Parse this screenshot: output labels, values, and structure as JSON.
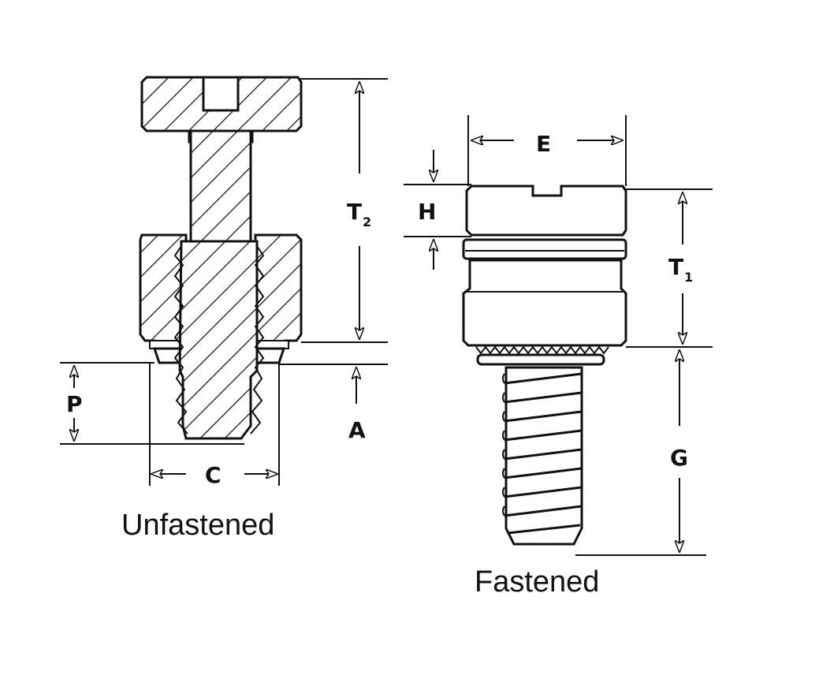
{
  "figure": {
    "labels": {
      "T2_main": "T",
      "T2_sub": "2",
      "H": "H",
      "E": "E",
      "T1_main": "T",
      "T1_sub": "1",
      "P": "P",
      "A": "A",
      "C": "C",
      "G": "G"
    },
    "captions": {
      "unfastened": "Unfastened",
      "fastened": "Fastened"
    },
    "colors": {
      "ink": "#111111",
      "paper": "#ffffff"
    }
  }
}
